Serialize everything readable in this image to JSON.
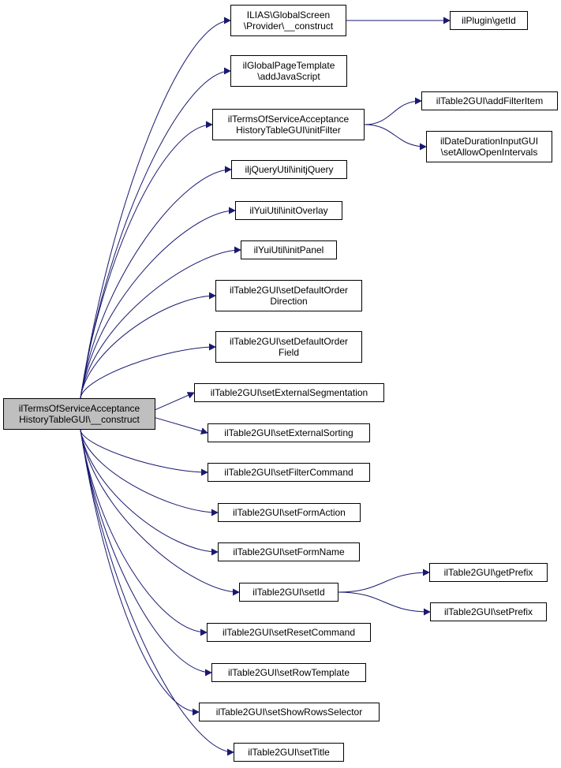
{
  "colors": {
    "edge": "#191970",
    "root_fill": "#bfbfbf",
    "node_fill": "#ffffff",
    "border": "#000000"
  },
  "root": {
    "id": "root",
    "label": "ilTermsOfServiceAcceptance\nHistoryTableGUI\\__construct"
  },
  "nodes": [
    {
      "id": "n1",
      "label": "ILIAS\\GlobalScreen\n\\Provider\\__construct"
    },
    {
      "id": "n1a",
      "label": "ilPlugin\\getId"
    },
    {
      "id": "n2",
      "label": "ilGlobalPageTemplate\n\\addJavaScript"
    },
    {
      "id": "n3",
      "label": "ilTermsOfServiceAcceptance\nHistoryTableGUI\\initFilter"
    },
    {
      "id": "n3a",
      "label": "ilTable2GUI\\addFilterItem"
    },
    {
      "id": "n3b",
      "label": "ilDateDurationInputGUI\n\\setAllowOpenIntervals"
    },
    {
      "id": "n4",
      "label": "iljQueryUtil\\initjQuery"
    },
    {
      "id": "n5",
      "label": "ilYuiUtil\\initOverlay"
    },
    {
      "id": "n6",
      "label": "ilYuiUtil\\initPanel"
    },
    {
      "id": "n7",
      "label": "ilTable2GUI\\setDefaultOrder\nDirection"
    },
    {
      "id": "n8",
      "label": "ilTable2GUI\\setDefaultOrder\nField"
    },
    {
      "id": "n9",
      "label": "ilTable2GUI\\setExternalSegmentation"
    },
    {
      "id": "n10",
      "label": "ilTable2GUI\\setExternalSorting"
    },
    {
      "id": "n11",
      "label": "ilTable2GUI\\setFilterCommand"
    },
    {
      "id": "n12",
      "label": "ilTable2GUI\\setFormAction"
    },
    {
      "id": "n13",
      "label": "ilTable2GUI\\setFormName"
    },
    {
      "id": "n14",
      "label": "ilTable2GUI\\setId"
    },
    {
      "id": "n14a",
      "label": "ilTable2GUI\\getPrefix"
    },
    {
      "id": "n14b",
      "label": "ilTable2GUI\\setPrefix"
    },
    {
      "id": "n15",
      "label": "ilTable2GUI\\setResetCommand"
    },
    {
      "id": "n16",
      "label": "ilTable2GUI\\setRowTemplate"
    },
    {
      "id": "n17",
      "label": "ilTable2GUI\\setShowRowsSelector"
    },
    {
      "id": "n18",
      "label": "ilTable2GUI\\setTitle"
    }
  ],
  "edges": [
    [
      "root",
      "n1"
    ],
    [
      "root",
      "n2"
    ],
    [
      "root",
      "n3"
    ],
    [
      "root",
      "n4"
    ],
    [
      "root",
      "n5"
    ],
    [
      "root",
      "n6"
    ],
    [
      "root",
      "n7"
    ],
    [
      "root",
      "n8"
    ],
    [
      "root",
      "n9"
    ],
    [
      "root",
      "n10"
    ],
    [
      "root",
      "n11"
    ],
    [
      "root",
      "n12"
    ],
    [
      "root",
      "n13"
    ],
    [
      "root",
      "n14"
    ],
    [
      "root",
      "n15"
    ],
    [
      "root",
      "n16"
    ],
    [
      "root",
      "n17"
    ],
    [
      "root",
      "n18"
    ],
    [
      "n1",
      "n1a"
    ],
    [
      "n3",
      "n3a"
    ],
    [
      "n3",
      "n3b"
    ],
    [
      "n14",
      "n14a"
    ],
    [
      "n14",
      "n14b"
    ]
  ]
}
